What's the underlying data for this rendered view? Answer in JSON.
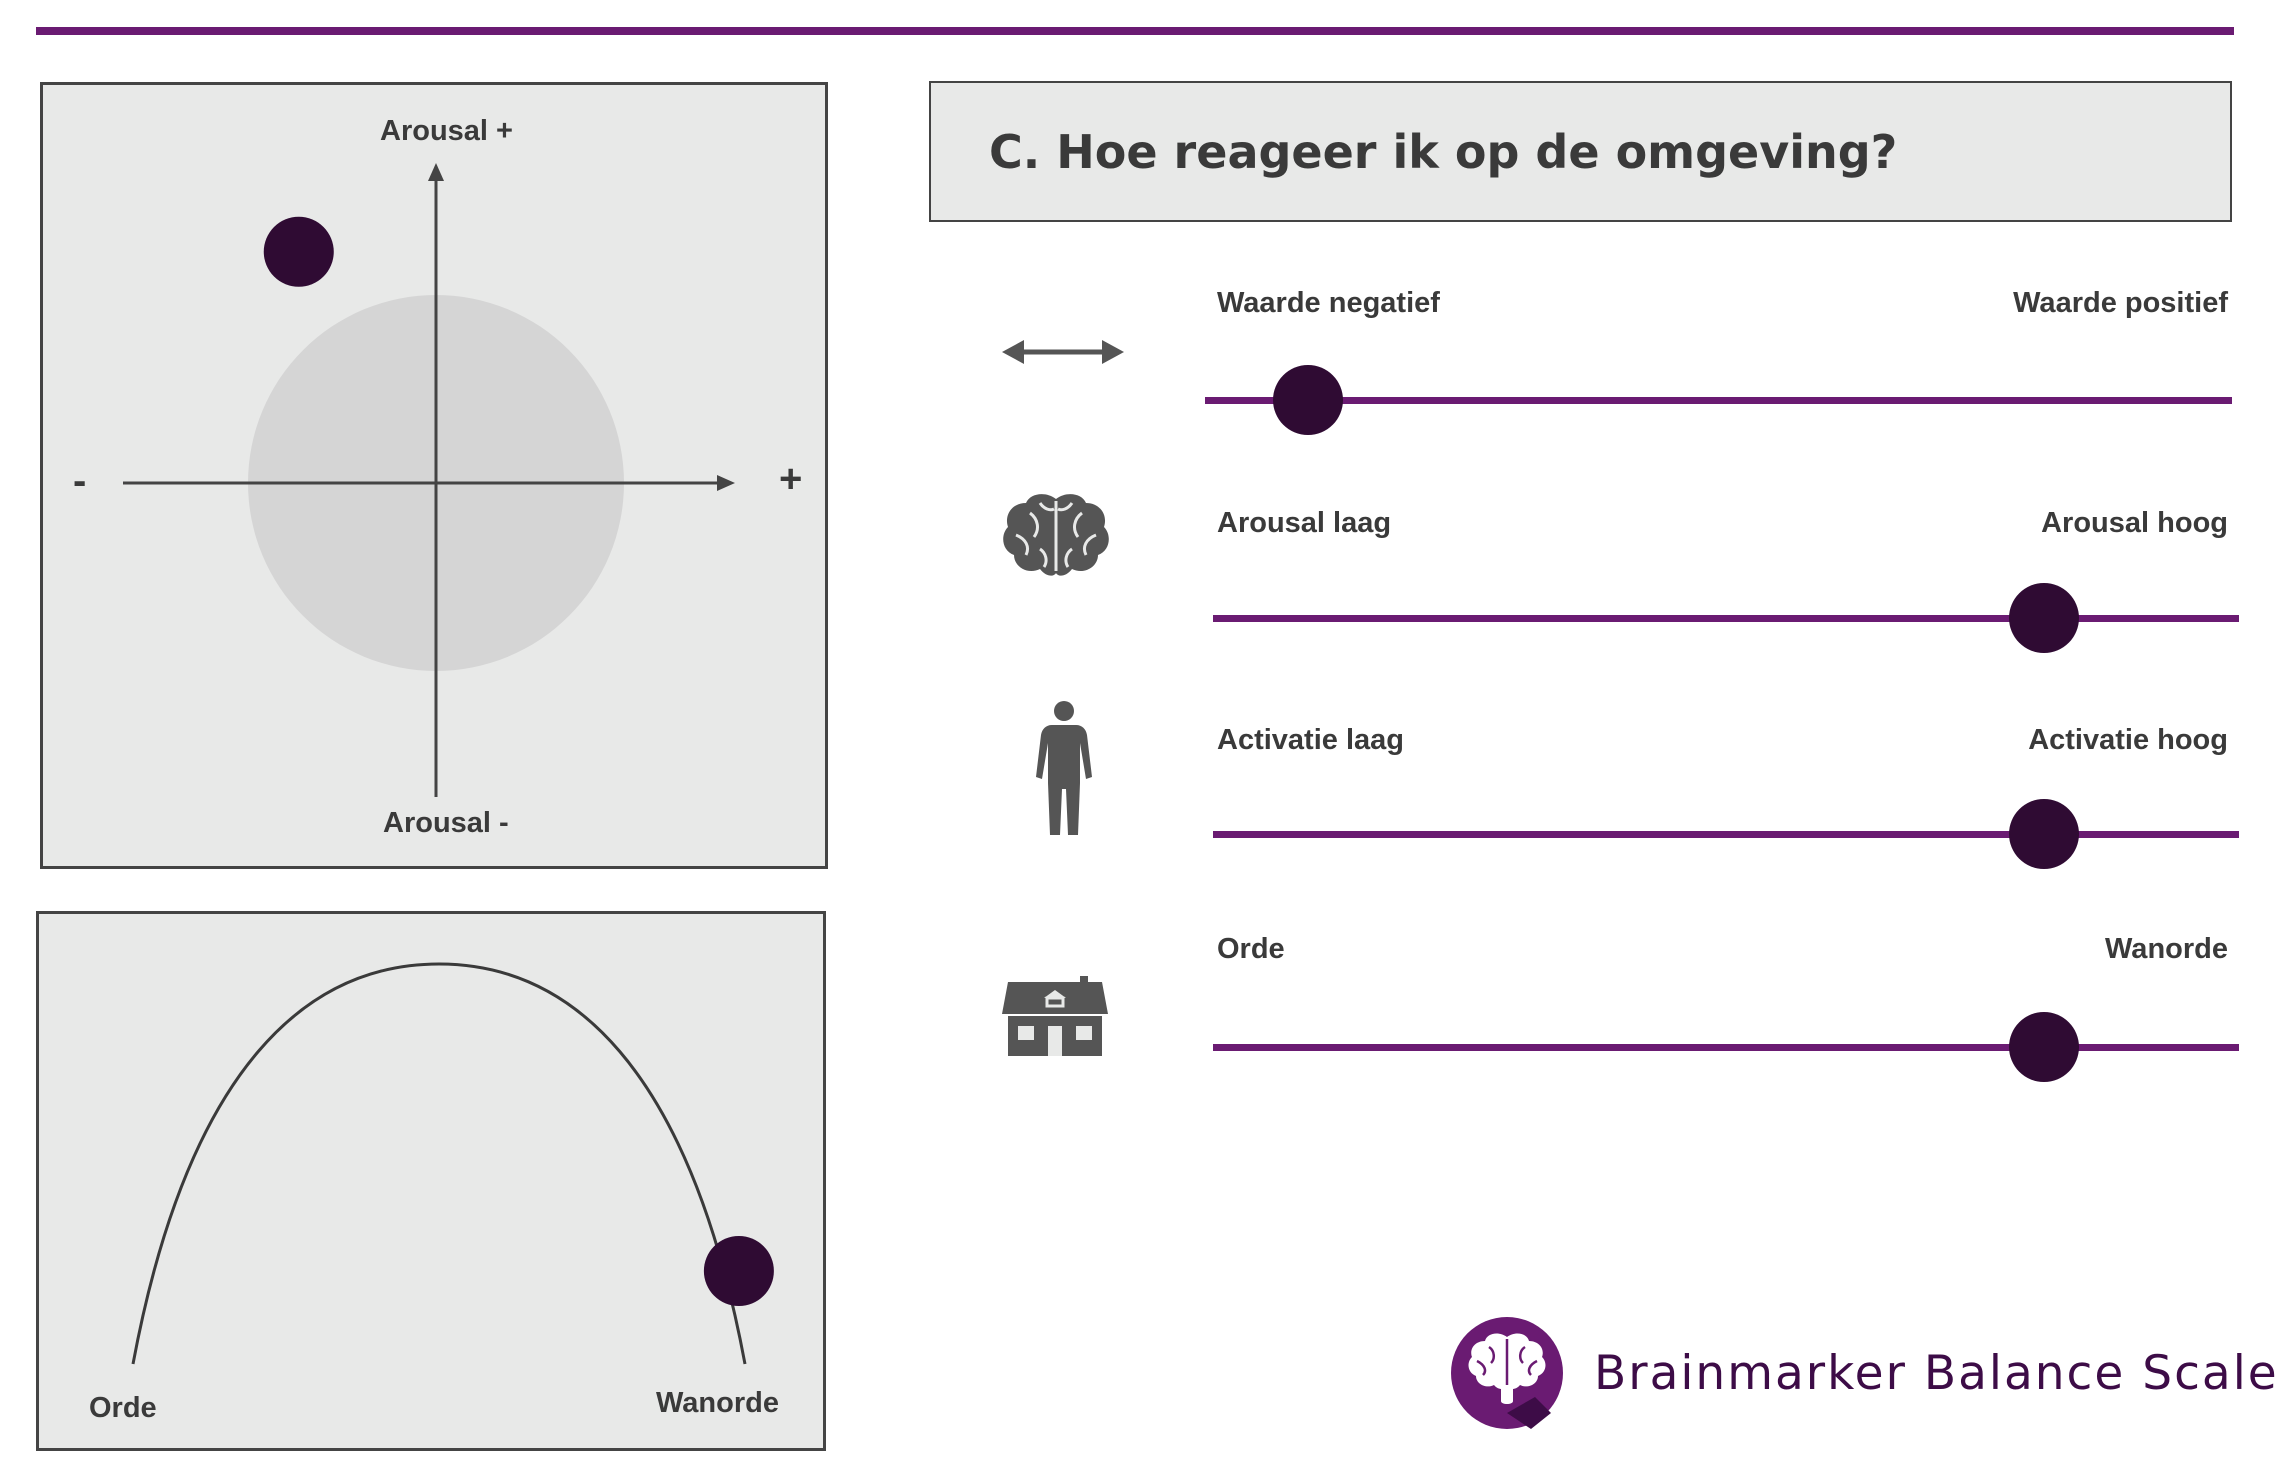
{
  "colors": {
    "accent": "#6a1b72",
    "knob": "#2f0b33",
    "panel": "#e8e9e8",
    "zone": "#d5d5d5",
    "axis": "#444444"
  },
  "quadrant": {
    "top_label": "Arousal +",
    "bottom_label": "Arousal -",
    "left_sign": "-",
    "right_sign": "+",
    "marker": {
      "valence": -0.73,
      "arousal": 1.23
    }
  },
  "curve": {
    "left_label": "Orde",
    "right_label": "Wanorde",
    "marker_position": 0.99
  },
  "header": {
    "title": "C. Hoe reageer ik op de omgeving?"
  },
  "scales": [
    {
      "icon": "double-arrow-icon",
      "left_label": "Waarde negatief",
      "right_label": "Waarde positief",
      "value": 0.1
    },
    {
      "icon": "brain-icon",
      "left_label": "Arousal laag",
      "right_label": "Arousal hoog",
      "value": 0.81
    },
    {
      "icon": "human-figure-icon",
      "left_label": "Activatie laag",
      "right_label": "Activatie hoog",
      "value": 0.81
    },
    {
      "icon": "house-icon",
      "left_label": "Orde",
      "right_label": "Wanorde",
      "value": 0.81
    }
  ],
  "brand": {
    "name": "Brainmarker Balance Scale",
    "logo_icon": "brain-head-logo-icon"
  }
}
